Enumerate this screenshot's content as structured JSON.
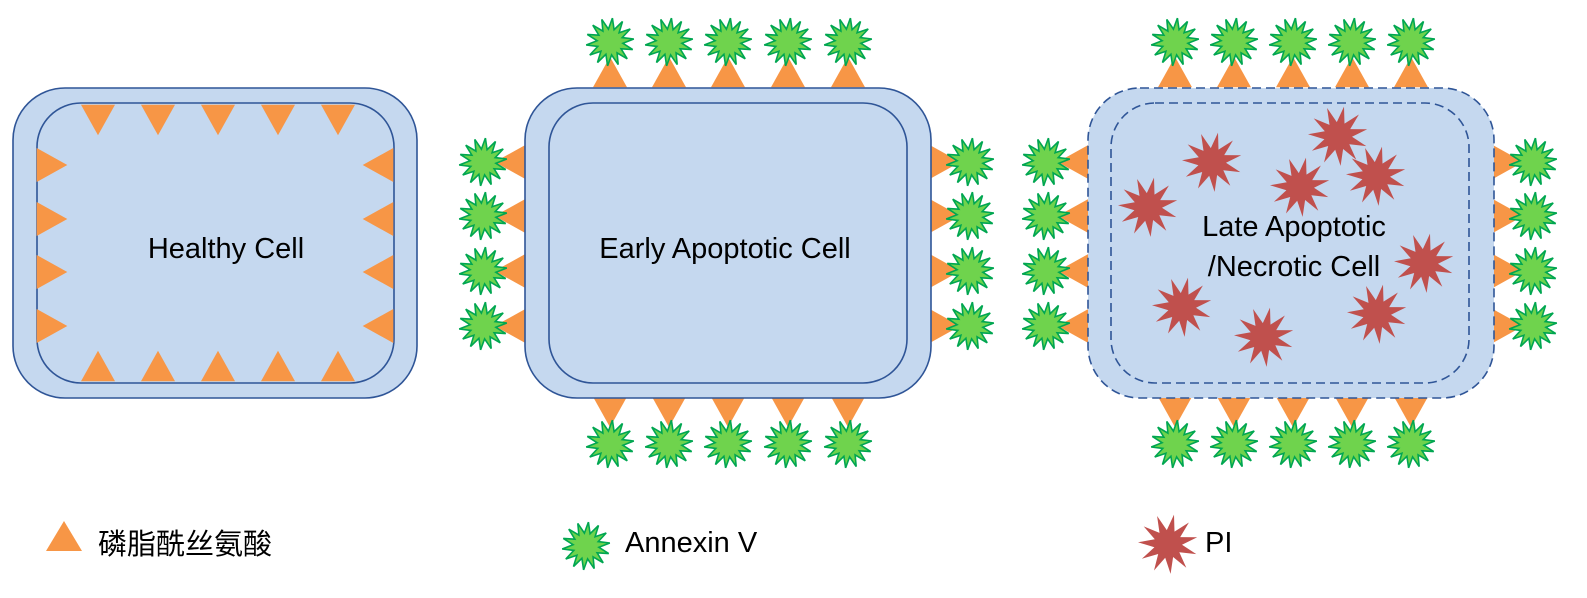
{
  "colors": {
    "cell_fill": "#c5d8ef",
    "cell_stroke": "#2f5597",
    "phosphatidylserine": "#f79646",
    "annexin_v_fill": "#6fd34d",
    "annexin_v_stroke": "#00a651",
    "pi_fill": "#c0504d"
  },
  "icons": {
    "phosphatidylserine": "orange-triangle-icon",
    "annexin_v": "green-starburst-icon",
    "pi": "red-starburst-icon"
  },
  "cells": {
    "healthy": {
      "label": "Healthy Cell"
    },
    "early": {
      "label": "Early Apoptotic Cell"
    },
    "late": {
      "label_line1": "Late Apoptotic",
      "label_line2": "/Necrotic Cell"
    }
  },
  "legend": {
    "phosphatidylserine": "磷脂酰丝氨酸",
    "annexin_v": "Annexin V",
    "pi": "PI"
  }
}
